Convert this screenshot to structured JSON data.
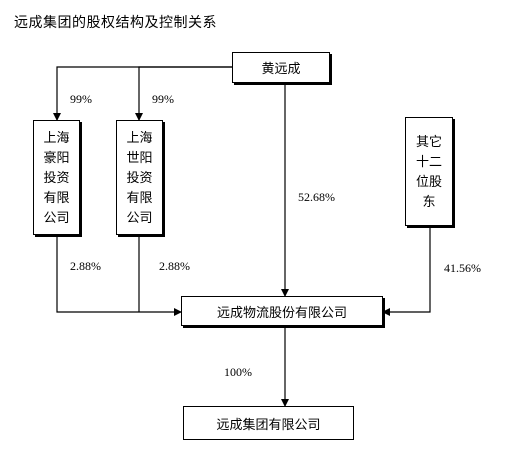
{
  "title": "远成集团的股权结构及控制关系",
  "nodes": {
    "huang": "黄远成",
    "haoyang": "上海豪阳投资有限公司",
    "shiyang": "上海世阳投资有限公司",
    "others": "其它十二位股东",
    "logistics": "远成物流股份有限公司",
    "group": "远成集团有限公司"
  },
  "nodes_lines": {
    "haoyang": [
      "上海",
      "豪阳",
      "投资",
      "有限",
      "公司"
    ],
    "shiyang": [
      "上海",
      "世阳",
      "投资",
      "有限",
      "公司"
    ],
    "others": [
      "其它",
      "十二",
      "位股",
      "东"
    ]
  },
  "percents": {
    "huang_to_haoyang": "99%",
    "huang_to_shiyang": "99%",
    "huang_to_logistics": "52.68%",
    "haoyang_to_logistics": "2.88%",
    "shiyang_to_logistics": "2.88%",
    "others_to_logistics": "41.56%",
    "logistics_to_group": "100%"
  }
}
